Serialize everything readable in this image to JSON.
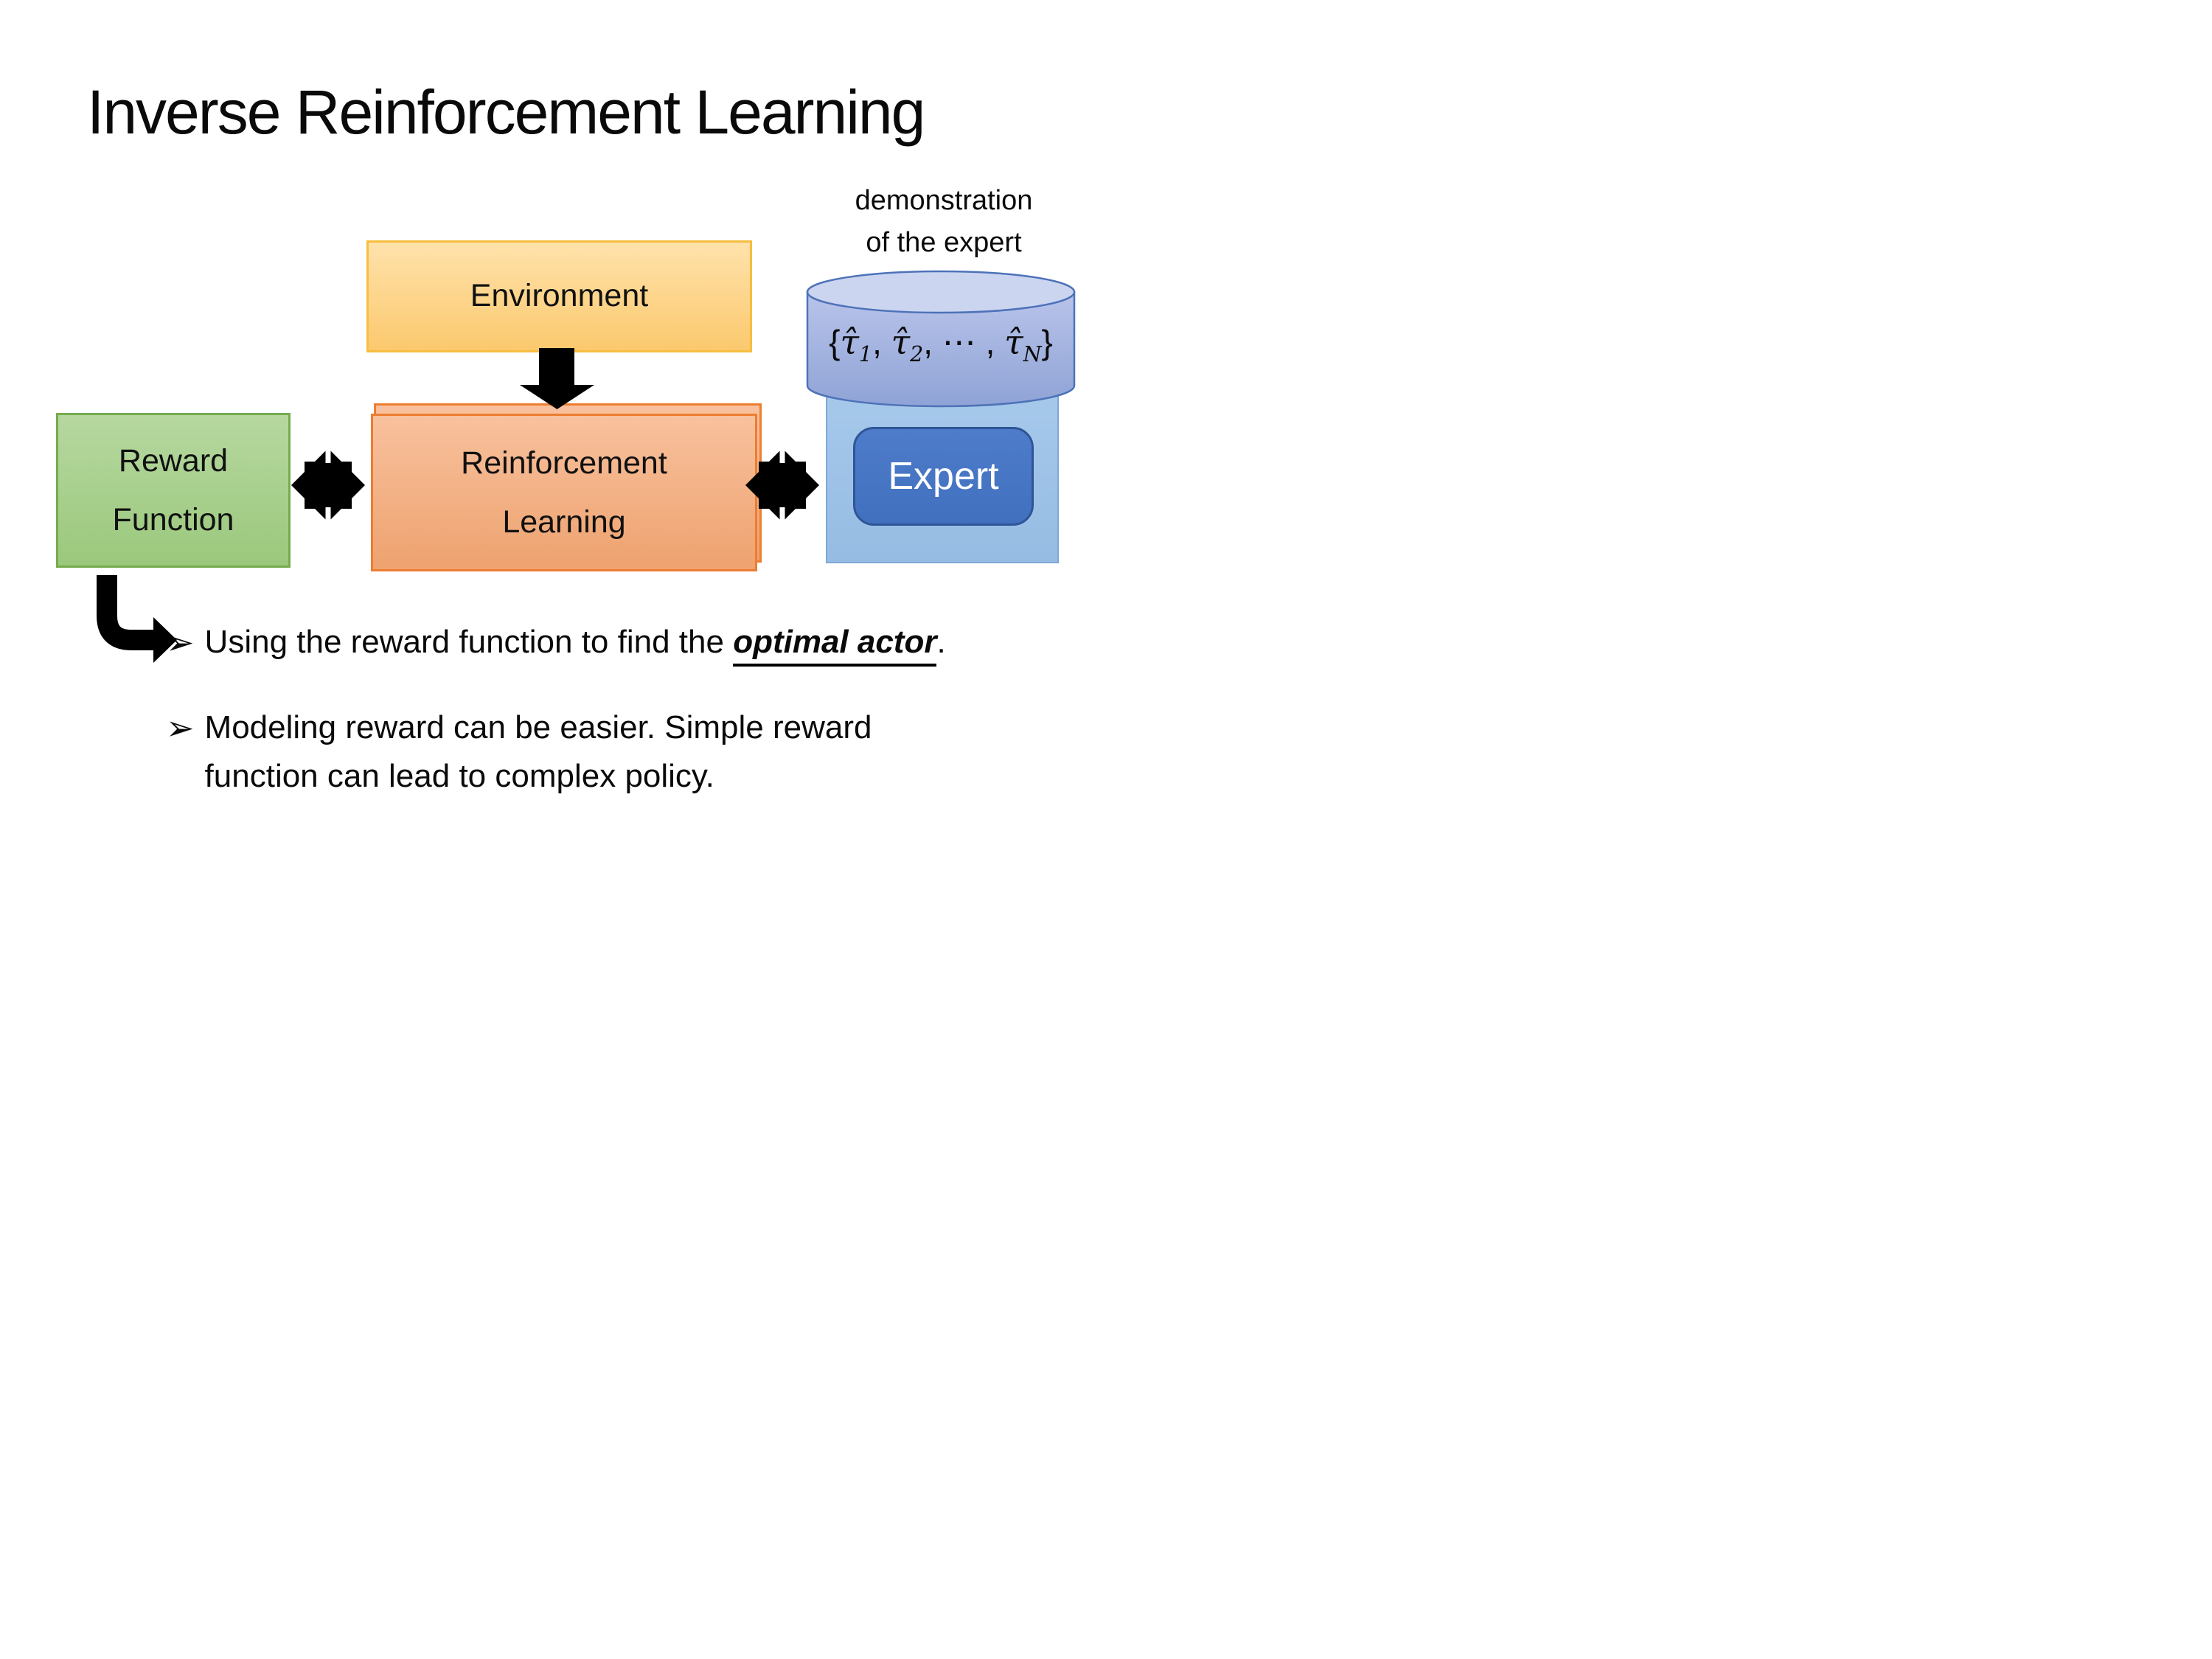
{
  "slide": {
    "title": "Inverse Reinforcement Learning"
  },
  "annotation": {
    "line1": "demonstration",
    "line2": "of the expert"
  },
  "boxes": {
    "environment": {
      "label": "Environment"
    },
    "reward": {
      "line1": "Reward",
      "line2": "Function"
    },
    "rl": {
      "line1": "Reinforcement",
      "line2": "Learning"
    },
    "expert": {
      "label": "Expert"
    }
  },
  "formula": {
    "open": "{",
    "tau1": "τ̂",
    "sub1": "1",
    "comma1": ", ",
    "tau2": "τ̂",
    "sub2": "2",
    "dots": ", ⋯ , ",
    "tauN": "τ̂",
    "subN": "N",
    "close": "}"
  },
  "bullets": {
    "marker": "➢",
    "b1": {
      "prefix": "Using the reward function to find the ",
      "emphasis": "optimal actor",
      "suffix": "."
    },
    "b2": {
      "line1": "Modeling reward can be easier. Simple reward",
      "line2": "function can lead to complex policy."
    }
  },
  "icons": {
    "down_block_arrow": "black block arrow pointing down",
    "exchange_arrow": "black bidirectional exchange arrow (octagram)",
    "bent_arrow": "black elbow arrow turning right",
    "database_cylinder": "blue database cylinder"
  },
  "colors": {
    "environment_fill_top": "#FFE2AB",
    "environment_fill_bottom": "#FBC96E",
    "environment_border": "#F6BE3F",
    "reward_fill_top": "#B6D8A0",
    "reward_fill_bottom": "#9BC87C",
    "reward_border": "#76AB50",
    "rl_fill_top": "#F8C19D",
    "rl_fill_bottom": "#EEA26F",
    "rl_border": "#EC7D31",
    "expert_panel_fill": "#9EC3E8",
    "expert_panel_border": "#7FA8D6",
    "expert_button_fill": "#4472C4",
    "expert_button_border": "#2F5597",
    "cylinder_fill_top": "#B9C4EA",
    "cylinder_fill_bottom": "#8FA3D6",
    "cylinder_top_face": "#CBD5F0",
    "cylinder_border": "#4D72B8",
    "arrow_color": "#000000",
    "text_color": "#000000"
  }
}
